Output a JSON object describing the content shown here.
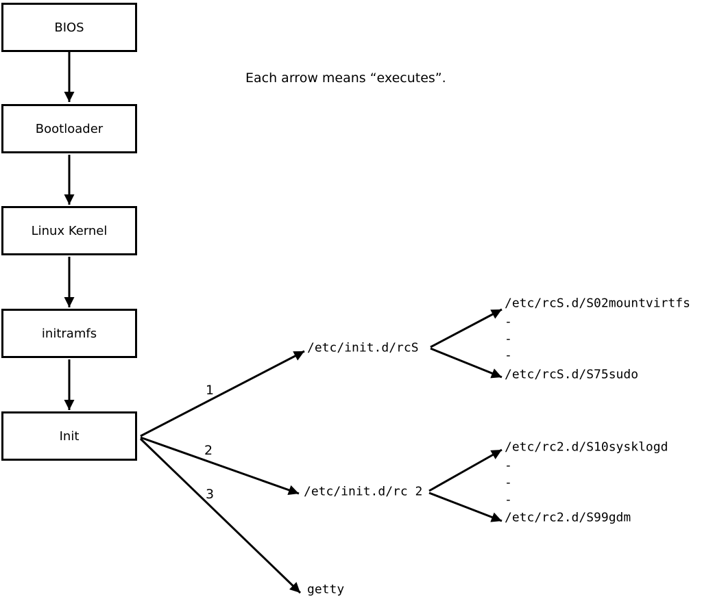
{
  "note": "Each arrow means “executes”.",
  "boxes": [
    {
      "label": "BIOS"
    },
    {
      "label": "Bootloader"
    },
    {
      "label": "Linux Kernel"
    },
    {
      "label": "initramfs"
    },
    {
      "label": "Init"
    }
  ],
  "arrow_labels": {
    "one": "1",
    "two": "2",
    "three": "3"
  },
  "targets": {
    "rcS": "/etc/init.d/rcS",
    "rc2": "/etc/init.d/rc 2",
    "getty": "getty",
    "rcS_children": [
      "/etc/rcS.d/S02mountvirtfs",
      "-",
      "-",
      "-",
      "/etc/rcS.d/S75sudo"
    ],
    "rc2_children": [
      "/etc/rc2.d/S10sysklogd",
      "-",
      "-",
      "-",
      "/etc/rc2.d/S99gdm"
    ]
  },
  "colors": {
    "line": "#000000",
    "background": "#ffffff"
  }
}
